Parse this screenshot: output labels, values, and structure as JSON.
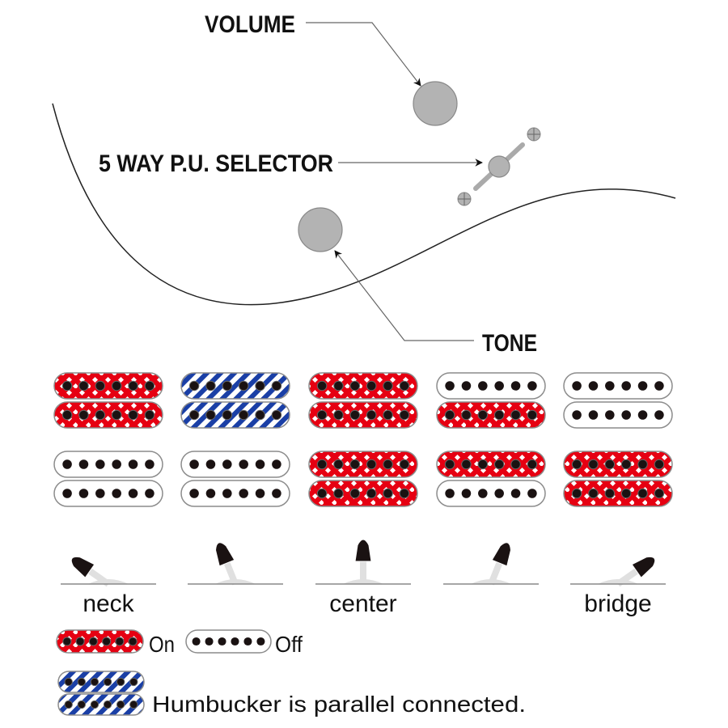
{
  "labels": {
    "volume": "VOLUME",
    "selector": "5 WAY P.U. SELECTOR",
    "tone": "TONE"
  },
  "colors": {
    "on_red": "#e60012",
    "parallel_blue": "#1a3fa6",
    "knob_gray": "#b3b3b3",
    "pole_black": "#1a1212",
    "outline_gray": "#8c8c8c"
  },
  "positions": [
    {
      "label": "neck",
      "lever": "far-left",
      "neck_pickup": {
        "top": "on",
        "bottom": "on"
      },
      "bridge_pickup": {
        "top": "off",
        "bottom": "off"
      }
    },
    {
      "label": "",
      "lever": "left",
      "neck_pickup": {
        "top": "parallel",
        "bottom": "parallel"
      },
      "bridge_pickup": {
        "top": "off",
        "bottom": "off"
      }
    },
    {
      "label": "center",
      "lever": "center",
      "neck_pickup": {
        "top": "on",
        "bottom": "on"
      },
      "bridge_pickup": {
        "top": "on",
        "bottom": "on"
      }
    },
    {
      "label": "",
      "lever": "right",
      "neck_pickup": {
        "top": "off",
        "bottom": "on"
      },
      "bridge_pickup": {
        "top": "on",
        "bottom": "off"
      }
    },
    {
      "label": "bridge",
      "lever": "far-right",
      "neck_pickup": {
        "top": "off",
        "bottom": "off"
      },
      "bridge_pickup": {
        "top": "on",
        "bottom": "on"
      }
    }
  ],
  "legend": {
    "on_label": "On",
    "off_label": "Off",
    "parallel_label": "Humbucker is parallel connected."
  }
}
